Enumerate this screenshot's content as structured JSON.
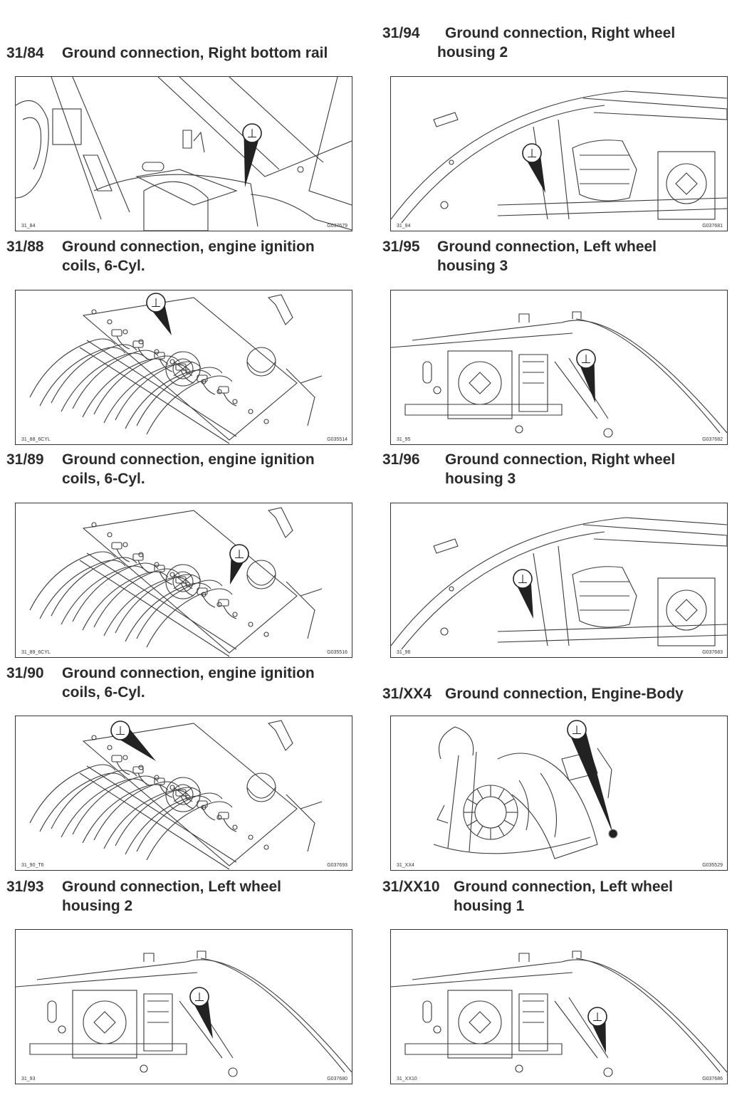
{
  "entries": [
    {
      "code": "31/84",
      "title_lines": [
        "Ground connection, Right bottom rail"
      ],
      "fig_code": "31_84",
      "fig_num": "G037679",
      "kind": "interior"
    },
    {
      "code": "31/94",
      "title_lines": [
        "Ground connection, Right wheel",
        "housing 2"
      ],
      "fig_code": "31_94",
      "fig_num": "G037681",
      "kind": "wheel-right"
    },
    {
      "code": "31/88",
      "title_lines": [
        "Ground connection, engine ignition",
        "coils, 6-Cyl."
      ],
      "fig_code": "31_88_6CYL",
      "fig_num": "G035514",
      "kind": "engine"
    },
    {
      "code": "31/95",
      "title_lines": [
        "Ground connection, Left wheel",
        "housing 3"
      ],
      "fig_code": "31_95",
      "fig_num": "G037682",
      "kind": "wheel-left"
    },
    {
      "code": "31/89",
      "title_lines": [
        "Ground connection, engine ignition",
        "coils, 6-Cyl."
      ],
      "fig_code": "31_89_6CYL",
      "fig_num": "G035516",
      "kind": "engine"
    },
    {
      "code": "31/96",
      "title_lines": [
        "Ground connection, Right wheel",
        "housing 3"
      ],
      "fig_code": "31_96",
      "fig_num": "G037683",
      "kind": "wheel-right"
    },
    {
      "code": "31/90",
      "title_lines": [
        "Ground connection, engine ignition",
        "coils, 6-Cyl."
      ],
      "fig_code": "31_90_T6",
      "fig_num": "G037693",
      "kind": "engine"
    },
    {
      "code": "31/XX4",
      "title_lines": [
        "Ground connection, Engine-Body"
      ],
      "fig_code": "31_XX4",
      "fig_num": "G035529",
      "kind": "engine-body"
    },
    {
      "code": "31/93",
      "title_lines": [
        "Ground connection, Left wheel",
        "housing 2"
      ],
      "fig_code": "31_93",
      "fig_num": "G037680",
      "kind": "wheel-left"
    },
    {
      "code": "31/XX10",
      "title_lines": [
        "Ground connection, Left wheel",
        "housing 1"
      ],
      "fig_code": "31_XX10",
      "fig_num": "G037686",
      "kind": "wheel-left"
    }
  ],
  "ground_symbol": "⊥",
  "colors": {
    "line": "#3a3a3a",
    "text": "#2b2b2b",
    "callout": "#222222"
  }
}
